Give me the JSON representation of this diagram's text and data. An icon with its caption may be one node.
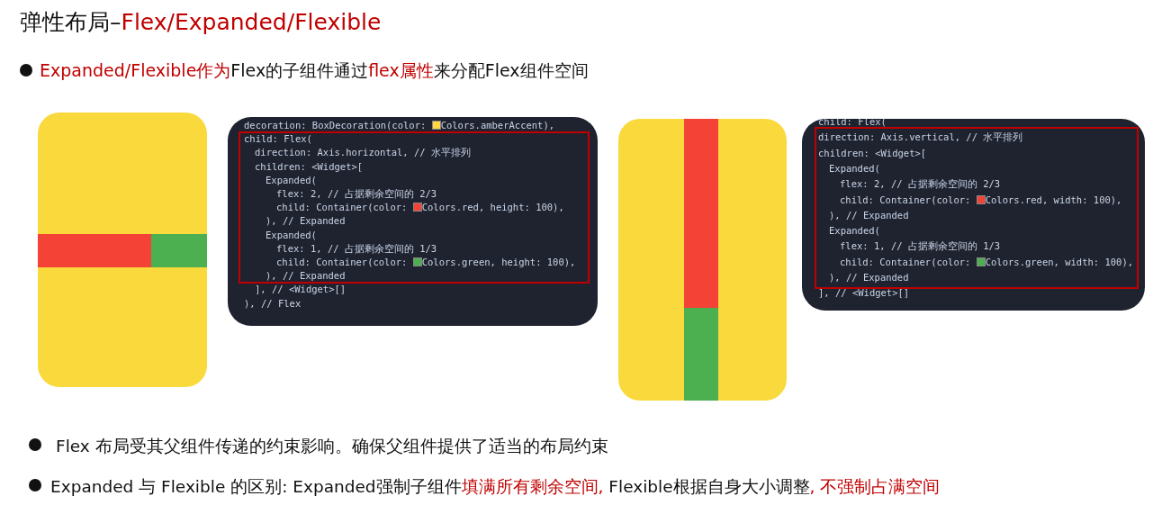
{
  "diagram": {
    "title": "弹性布局–Flex/Expanded/Flexible",
    "labels": [
      "Expanded/Flexible作为Flex的子组件通过flex属性来分配Flex组件空间",
      "decoration: BoxDecoration(color: Colors.amberAccent),",
      "child: Flex(",
      "direction: Axis.horizontal, // 水平排列",
      "children: <Widget>[",
      "Expanded(",
      "flex: 2, // 占据剩余空间的 2/3",
      "child: Container(color: Colors.red, height: 100),",
      "), // Expanded",
      "Expanded(",
      "flex: 1, // 占据剩余空间的 1/3",
      "child: Container(color: Colors.green, height: 100),",
      "), // Expanded",
      "], // <Widget>[]",
      "), // Flex",
      "child: Flex(",
      "direction: Axis.vertical, // 水平排列",
      "children: <Widget>[",
      "Expanded(",
      "flex: 2, // 占据剩余空间的 2/3",
      "child: Container(color: Colors.red, width: 100),",
      "), // Expanded",
      "Expanded(",
      "flex: 1, // 占据剩余空间的 1/3",
      "child: Container(color: Colors.green, width: 100),",
      "), // Expanded",
      "], // <Widget>[]",
      "Flex 布局受其父组件传递的约束影响。确保父组件提供了适当的布局约束",
      "Expanded 与 Flexible 的区别: Expanded强制子组件填满所有剩余空间, Flexible根据自身大小调整, 不强制占满空间"
    ]
  }
}
